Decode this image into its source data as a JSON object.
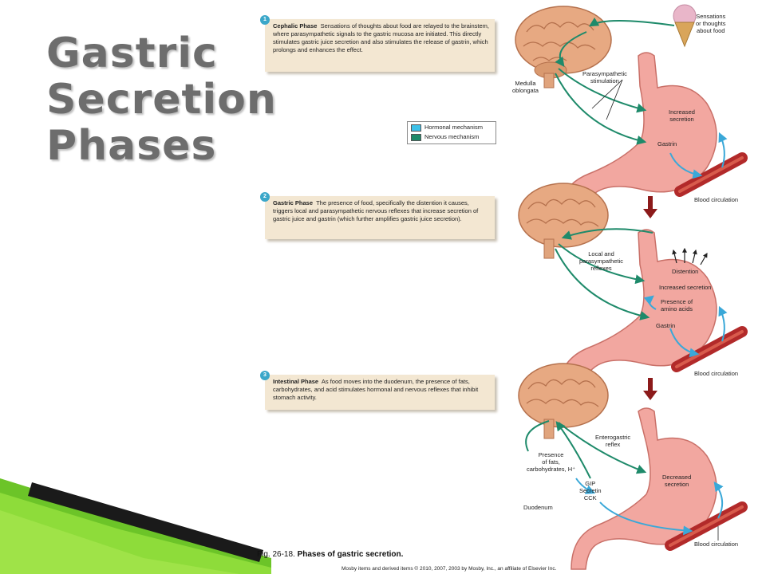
{
  "title": {
    "lines": [
      "Gastric",
      "Secretion",
      "Phases"
    ]
  },
  "phases": [
    {
      "number": "1",
      "heading": "Cephalic Phase",
      "text": "Sensations of thoughts about food are relayed to the brainstem, where parasympathetic signals to the gastric mucosa are initiated.  This directly stimulates gastric juice secretion and also stimulates the release of gastrin, which prolongs and enhances the effect."
    },
    {
      "number": "2",
      "heading": "Gastric Phase",
      "text": "The presence of food, specifically the distention it causes, triggers local and parasympathetic nervous reflexes that increase secretion of gastric juice and gastrin (which further amplifies gastric juice secretion)."
    },
    {
      "number": "3",
      "heading": "Intestinal Phase",
      "text": "As food moves into the duodenum, the presence of fats, carbohydrates, and acid stimulates hormonal and nervous reflexes that inhibit stomach activity."
    }
  ],
  "legend": {
    "items": [
      {
        "label": "Hormonal mechanism",
        "color": "#3ec1e8"
      },
      {
        "label": "Nervous mechanism",
        "color": "#1e8a6a"
      }
    ]
  },
  "labels": {
    "p1_sensations": "Sensations\nor thoughts\nabout food",
    "p1_medulla": "Medulla\noblongata",
    "p1_parasym": "Parasympathetic\nstimulation",
    "p1_increased": "Increased\nsecretion",
    "p1_gastrin": "Gastrin",
    "p1_blood": "Blood circulation",
    "p2_local": "Local and\nparasympathetic\nreflexes",
    "p2_distention": "Distention",
    "p2_increased": "Increased secretion",
    "p2_amino": "Presence of\namino acids",
    "p2_gastrin": "Gastrin",
    "p2_blood": "Blood circulation",
    "p3_entero": "Enterogastric\nreflex",
    "p3_presence": "Presence\nof fats,\ncarbohydrates, H⁺",
    "p3_hormones": "GIP\nSecretin\nCCK",
    "p3_duodenum": "Duodenum",
    "p3_decreased": "Decreased\nsecretion",
    "p3_blood": "Blood circulation"
  },
  "caption": {
    "fig": "Fig. 26-18.",
    "title": "Phases of gastric secretion."
  },
  "copyright": "Mosby items and derived items © 2010, 2007, 2003 by Mosby, Inc., an affiliate of Elsevier Inc.",
  "colors": {
    "nervous": "#1e8a6a",
    "hormonal": "#3aa8d8",
    "stomach": "#f2a7a0",
    "brain": "#e7a982",
    "vessel": "#b22a2a",
    "down_arrow": "#8c1a1a",
    "title": "#6d6d6d",
    "box": "#f3e7d2"
  }
}
